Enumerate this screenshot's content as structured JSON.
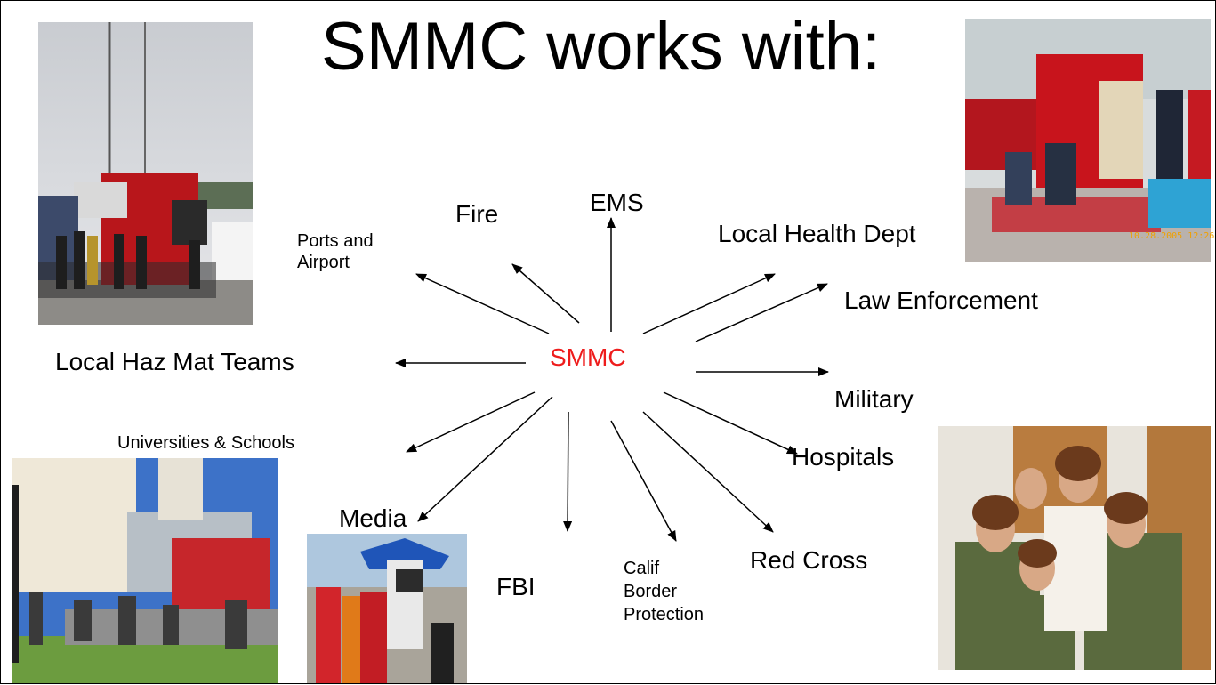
{
  "title": "SMMC works with:",
  "center_label": "SMMC",
  "center_color": "#ee1c1c",
  "partners": {
    "ems": "EMS",
    "fire": "Fire",
    "ports": "Ports and\nAirport",
    "health": "Local Health Dept",
    "law": "Law Enforcement",
    "hazmat": "Local Haz Mat Teams",
    "military": "Military",
    "universities": "Universities & Schools",
    "hospitals": "Hospitals",
    "media": "Media",
    "fbi": "FBI",
    "border": "Calif\nBorder\nProtection",
    "redcross": "Red Cross"
  },
  "photo_timestamp": "10.28.2005 12:26"
}
